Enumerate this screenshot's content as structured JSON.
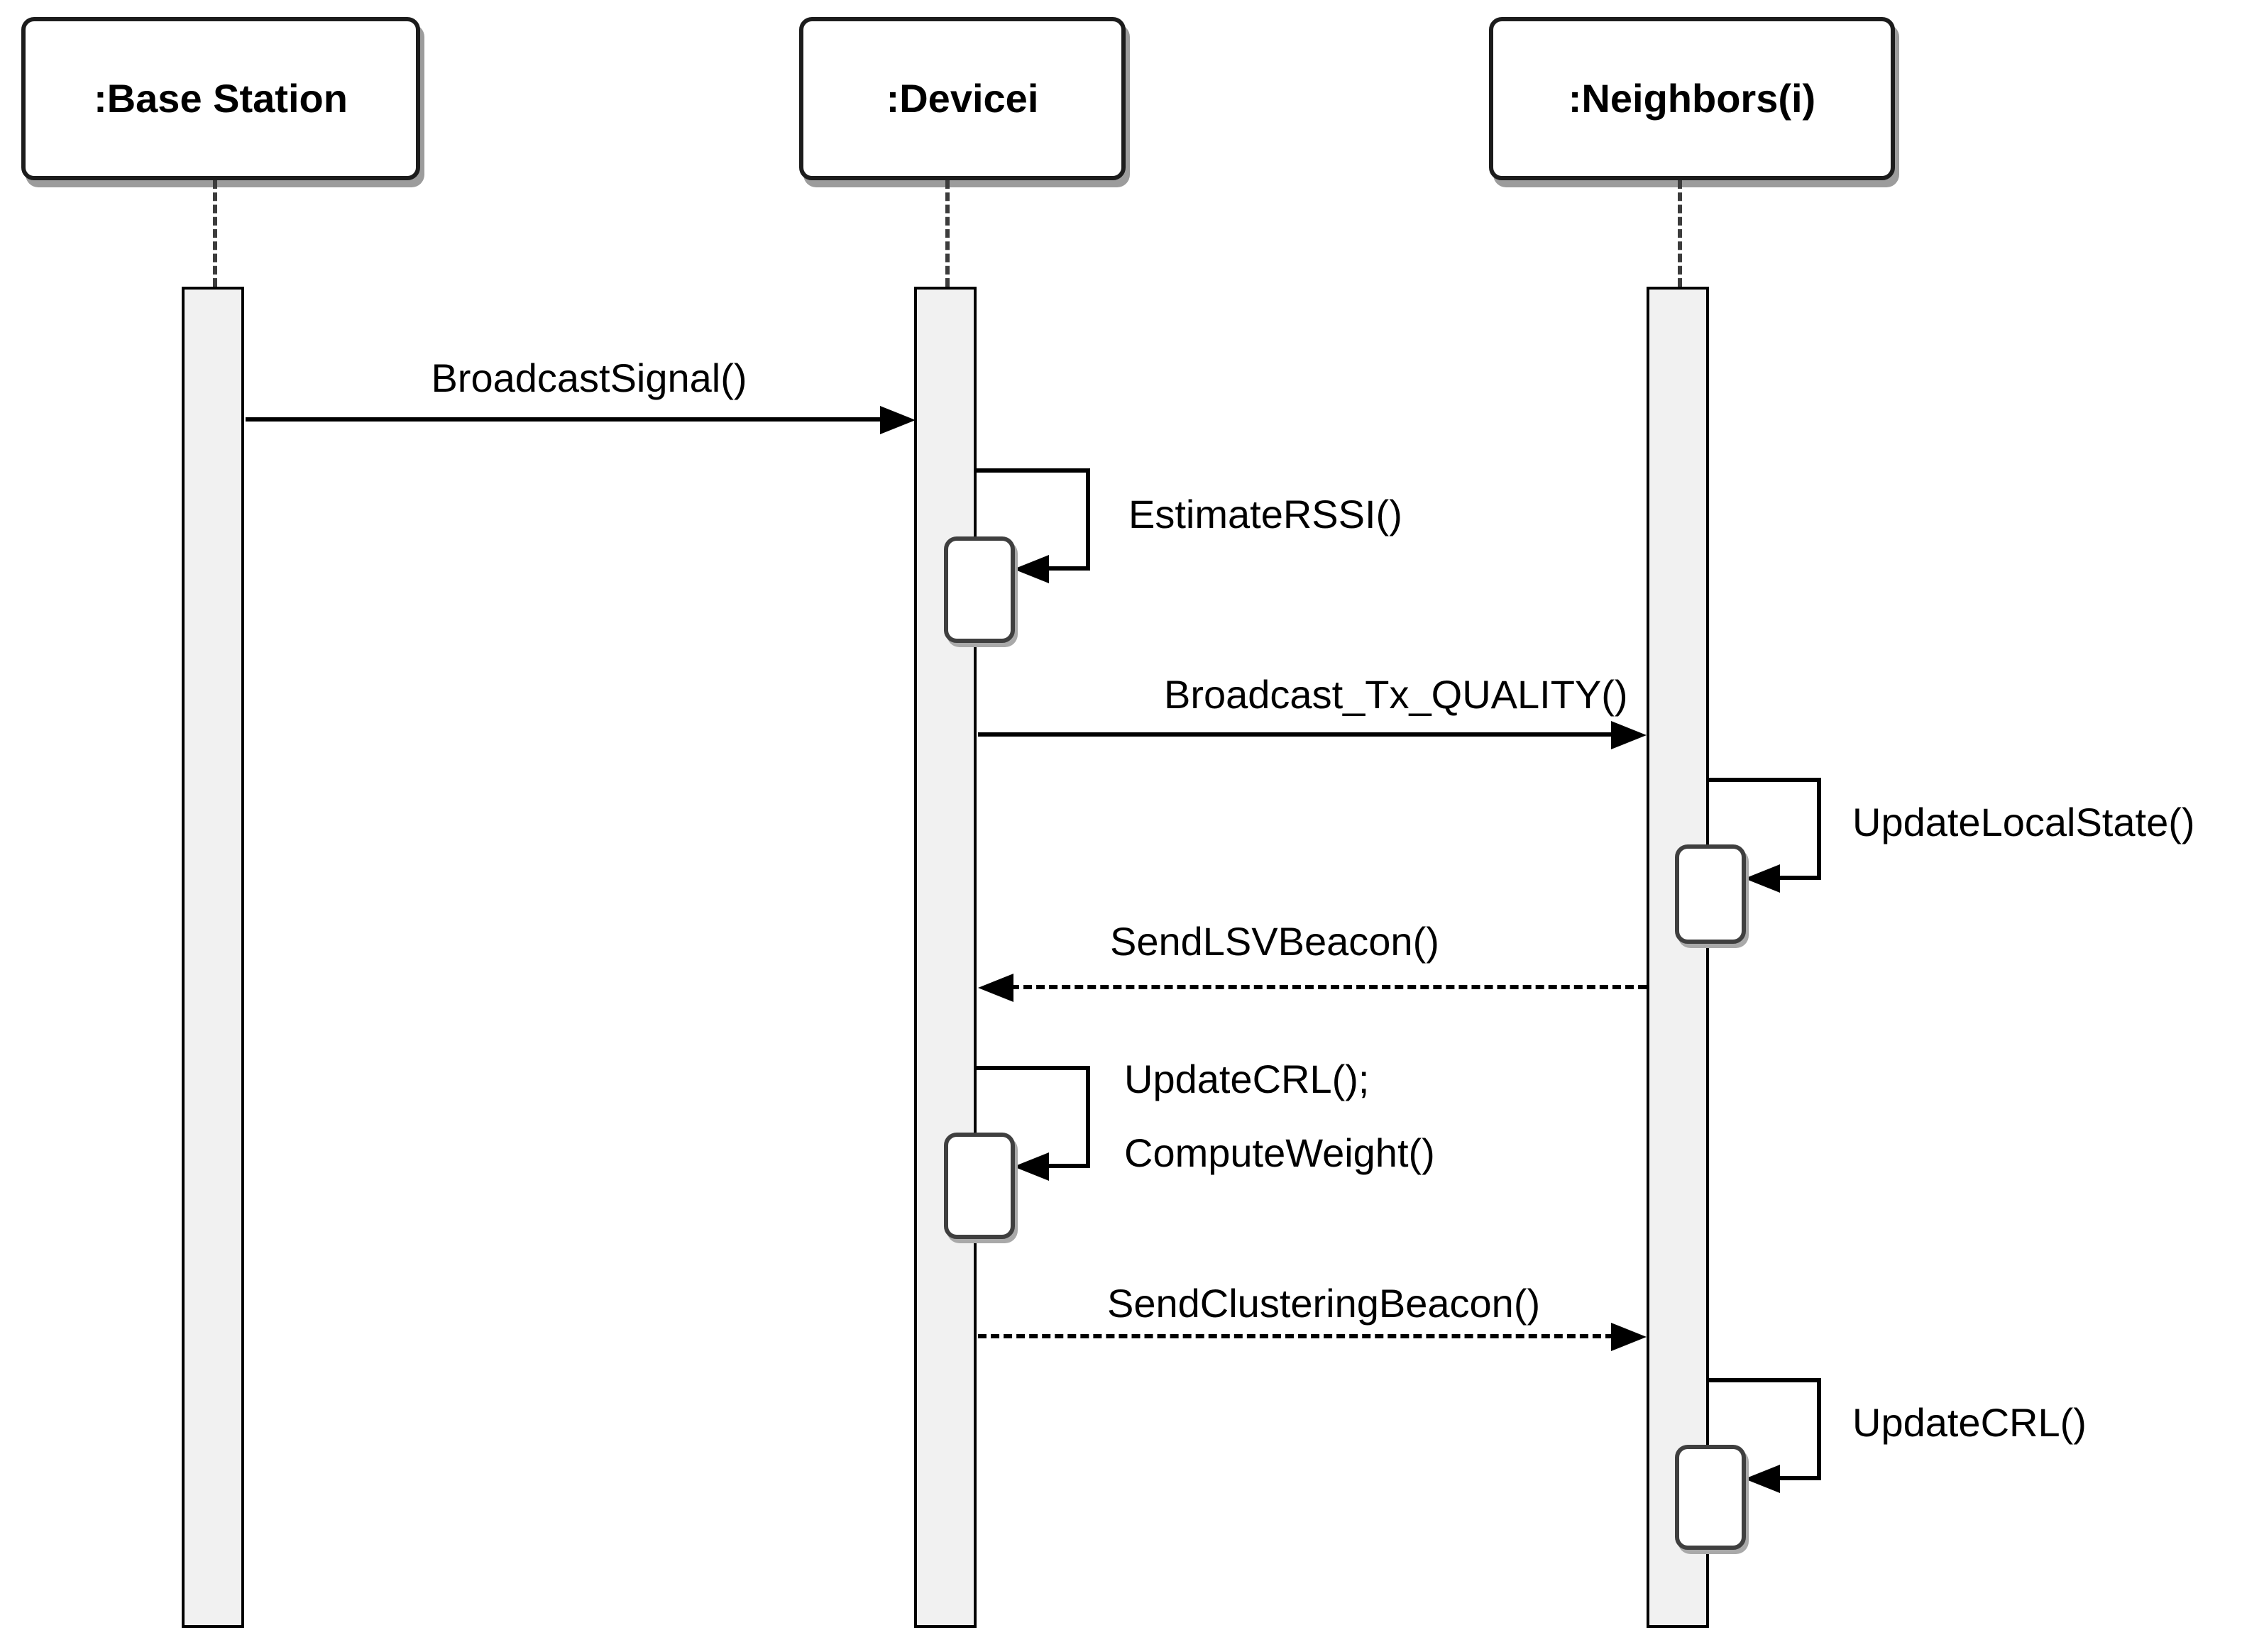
{
  "diagram": {
    "type": "uml-sequence-diagram",
    "participants": [
      {
        "name": ":Base Station"
      },
      {
        "name": ":Devicei"
      },
      {
        "name": ":Neighbors(i)"
      }
    ],
    "messages": [
      {
        "label": "BroadcastSignal()",
        "from": ":Base Station",
        "to": ":Devicei",
        "style": "solid"
      },
      {
        "label": "EstimateRSSI()",
        "from": ":Devicei",
        "to": ":Devicei",
        "style": "self"
      },
      {
        "label": "Broadcast_Tx_QUALITY()",
        "from": ":Devicei",
        "to": ":Neighbors(i)",
        "style": "solid"
      },
      {
        "label": "UpdateLocalState()",
        "from": ":Neighbors(i)",
        "to": ":Neighbors(i)",
        "style": "self"
      },
      {
        "label": "SendLSVBeacon()",
        "from": ":Neighbors(i)",
        "to": ":Devicei",
        "style": "dashed"
      },
      {
        "label": "UpdateCRL();",
        "label2": "ComputeWeight()",
        "from": ":Devicei",
        "to": ":Devicei",
        "style": "self"
      },
      {
        "label": "SendClusteringBeacon()",
        "from": ":Devicei",
        "to": ":Neighbors(i)",
        "style": "dashed"
      },
      {
        "label": "UpdateCRL()",
        "from": ":Neighbors(i)",
        "to": ":Neighbors(i)",
        "style": "self"
      }
    ],
    "colors": {
      "line": "#000000",
      "activation_bar_fill": "#f1f1f1",
      "execution_box_fill": "#ffffff",
      "shadow": "#9c9c9c",
      "background": "#ffffff"
    }
  }
}
